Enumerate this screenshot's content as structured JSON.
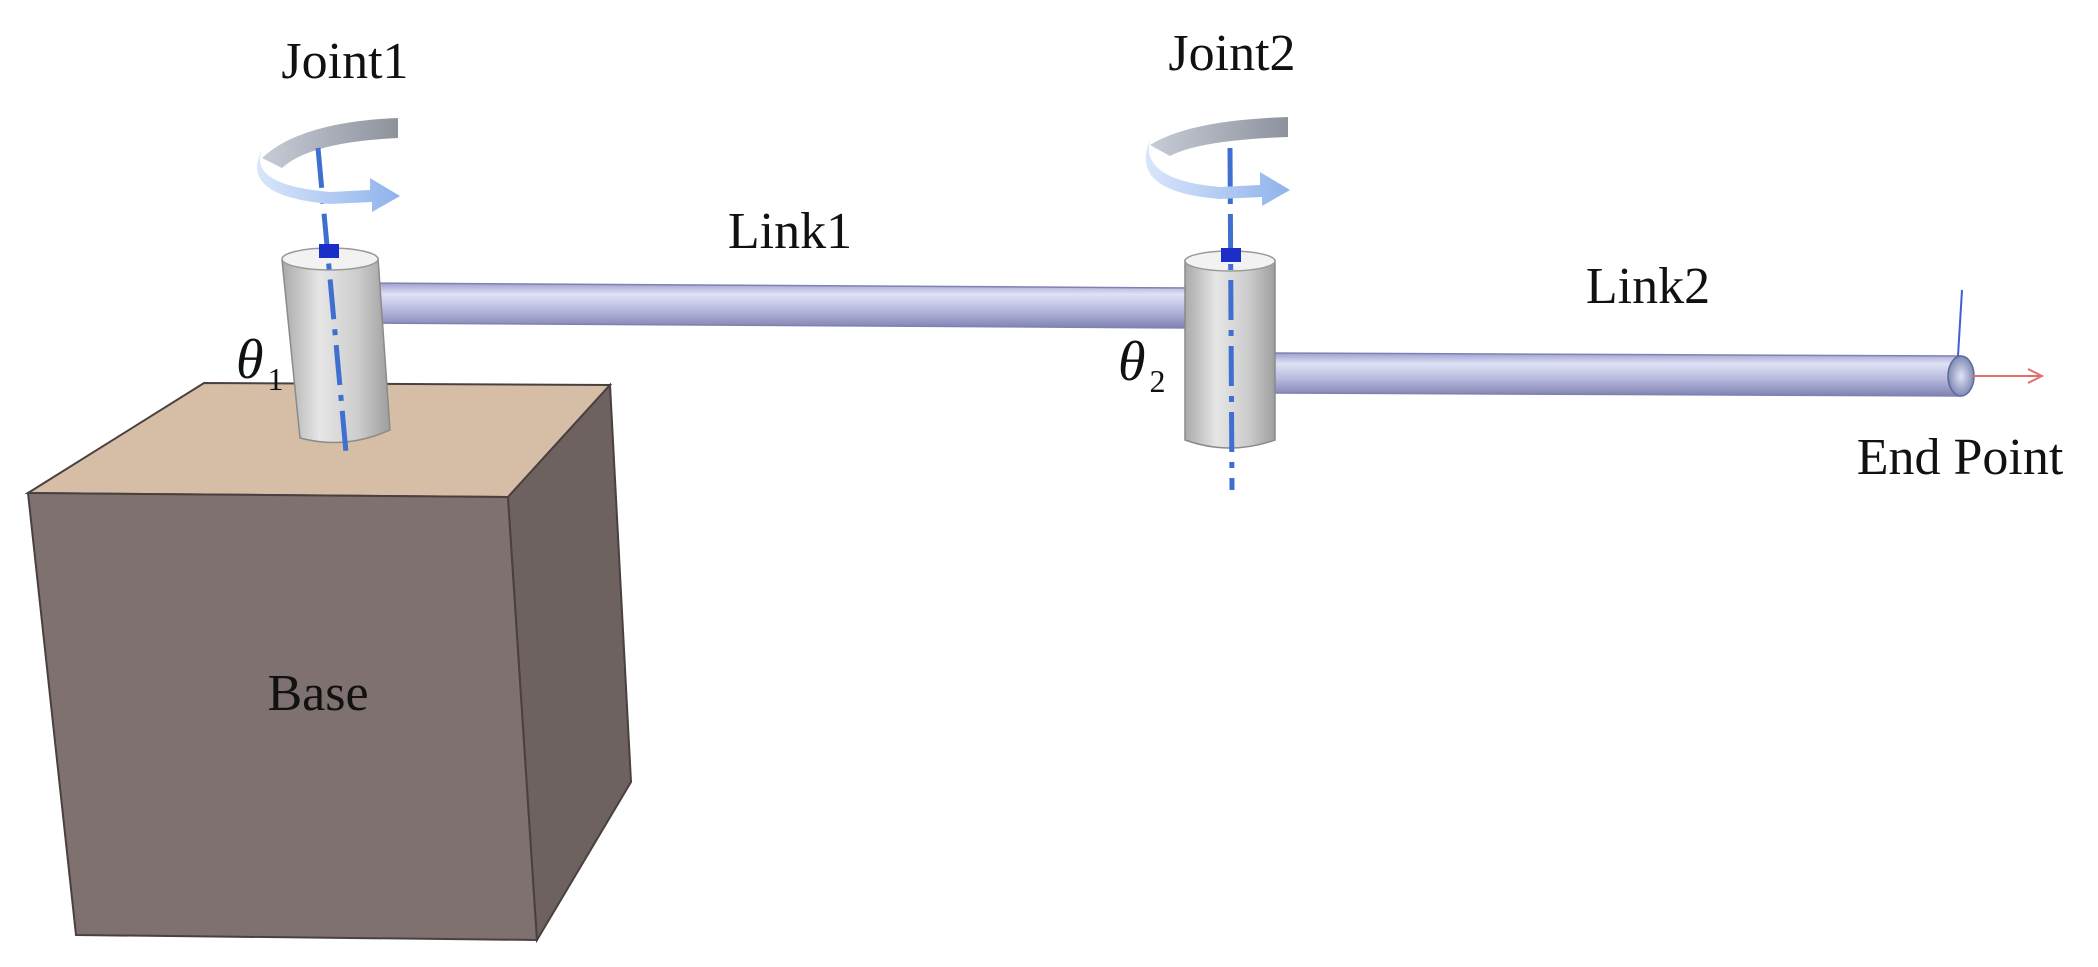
{
  "labels": {
    "joint1": "Joint1",
    "joint2": "Joint2",
    "link1": "Link1",
    "link2": "Link2",
    "theta_symbol": "θ",
    "theta1_sub": "1",
    "theta2_sub": "2",
    "base": "Base",
    "end_point": "End Point"
  },
  "colors": {
    "base_top": "#d6bea6",
    "base_front": "#7e7170",
    "base_side": "#6e6261",
    "base_edge": "#4a4040",
    "link": "#b4b6dc",
    "link_highlight": "#dcdff3",
    "link_shadow": "#7f82b0",
    "joint_body": "#cfcfcf",
    "joint_top": "#f2f2f2",
    "axis": "#3f6fd0",
    "axis_marker": "#1b2ec8",
    "rotation_arrow": "#a9c4ee",
    "rotation_arrow_dark": "#8a8f99",
    "end_x_axis": "#e0706f",
    "end_z_axis": "#3f5fd8"
  }
}
